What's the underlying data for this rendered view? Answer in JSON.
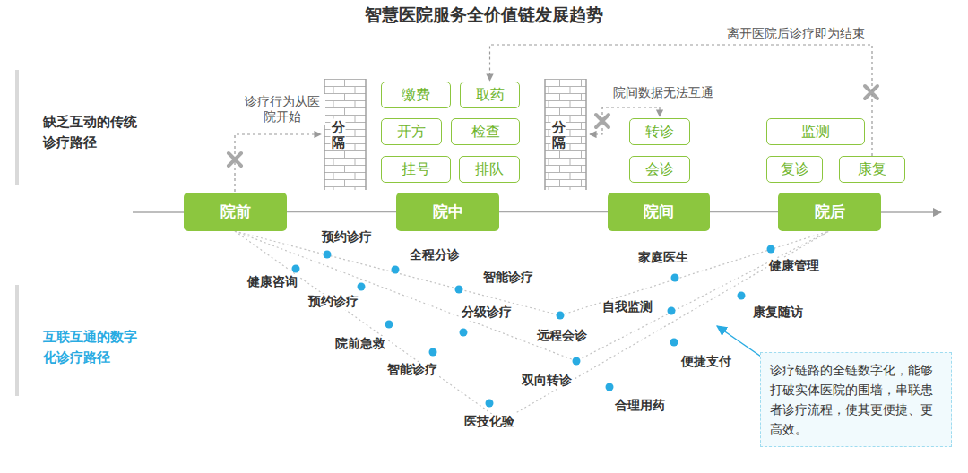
{
  "diagram": {
    "title": "智慧医院服务全价值链发展趋势",
    "nodes": [
      {
        "text": [
          "缴费"
        ]
      },
      {
        "text": [
          "取药"
        ]
      },
      {
        "text": [
          "开方"
        ]
      },
      {
        "text": [
          "检查"
        ]
      },
      {
        "text": [
          "挂号"
        ]
      },
      {
        "text": [
          "排队"
        ]
      },
      {
        "text": [
          "转诊"
        ]
      },
      {
        "text": [
          "会诊"
        ]
      },
      {
        "text": [
          "监测"
        ]
      },
      {
        "text": [
          "复诊"
        ]
      },
      {
        "text": [
          "康复"
        ]
      },
      {
        "text": [
          "院前"
        ]
      },
      {
        "text": [
          "院中"
        ]
      },
      {
        "text": [
          "院间"
        ]
      },
      {
        "text": [
          "院后"
        ]
      },
      {
        "text": [
          "诊疗链路的全链数字化，能够打破实体医院的围墙，串联患者诊疗流程，使其更便捷、更高效。"
        ]
      }
    ],
    "edges": [
      {
        "from": 11,
        "to": 12,
        "arrow": "none"
      },
      {
        "from": 12,
        "to": 13,
        "arrow": "none"
      },
      {
        "from": 13,
        "to": 14,
        "arrow": "none"
      },
      {
        "from": 10,
        "to": 1,
        "label": "离开医院后诊疗即为结束",
        "arrow": "to"
      }
    ],
    "labels": [
      "缺乏互动的传统诊疗路径",
      "诊疗行为从医院开始",
      "分隔",
      "院间数据无法互通",
      "分隔",
      "互联互通的数字化诊疗路径",
      "预约诊疗",
      "全程分诊",
      "智能诊疗",
      "健康咨询",
      "预约诊疗",
      "分级诊疗",
      "远程会诊",
      "院前急救",
      "智能诊疗",
      "双向转诊",
      "医技化验",
      "家庭医生",
      "健康管理",
      "自我监测",
      "康复随访",
      "便捷支付",
      "合理用药"
    ]
  }
}
